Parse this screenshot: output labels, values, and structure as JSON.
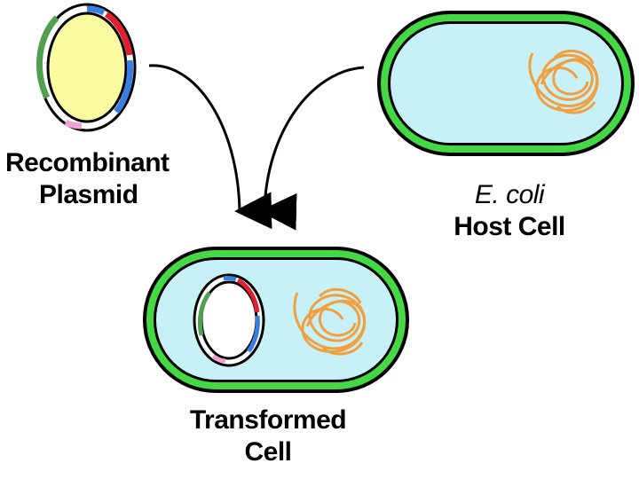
{
  "labels": {
    "plasmid_line1": "Recombinant",
    "plasmid_line2": "Plasmid",
    "host_line1": "E. coli",
    "host_line2": "Host Cell",
    "transformed_line1": "Transformed",
    "transformed_line2": "Cell"
  },
  "colors": {
    "cell_wall": "#44d944",
    "cytoplasm": "#c8f1f7",
    "plasmid_fill": "#fafaa0",
    "dna": "#f0a040",
    "plasmid_green": "#50a050",
    "plasmid_red": "#e02030",
    "plasmid_blue": "#3a7fe0",
    "plasmid_pink": "#f0a0d0",
    "outline": "#000000",
    "arrow": "#000000"
  },
  "icons": {
    "plasmid": "plasmid-ring-icon",
    "chromosome": "tangled-dna-icon"
  }
}
